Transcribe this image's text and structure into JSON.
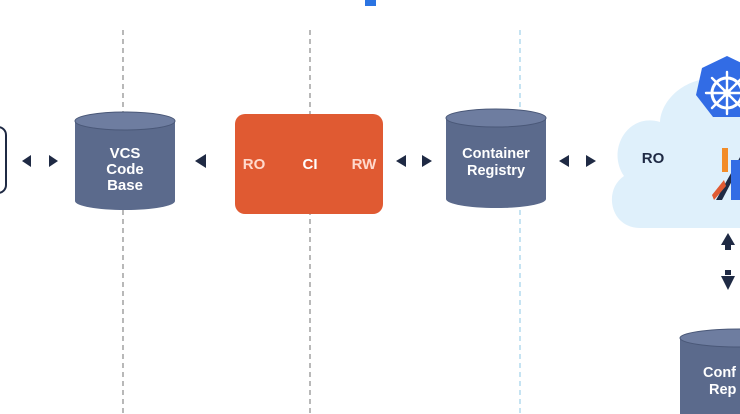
{
  "diagram": {
    "nodes": {
      "vcs": {
        "lines": [
          "VCS",
          "Code",
          "Base"
        ]
      },
      "ci": {
        "left": "RO",
        "center": "CI",
        "right": "RW"
      },
      "registry": {
        "lines": [
          "Container",
          "Registry"
        ]
      },
      "cloud": {
        "label": "RO"
      },
      "config": {
        "lines": [
          "Conf",
          "Rep"
        ]
      }
    },
    "icons": [
      "kubernetes-icon",
      "argo-deploy-icon"
    ],
    "colors": {
      "db_fill": "#5b6a8c",
      "db_top": "#6e7da0",
      "ci_fill": "#e05a32",
      "arrow": "#1f2a44",
      "cloud": "#dff0fb",
      "k8s": "#326ce5",
      "divider": "#8a8a8a",
      "divider_accent": "#9fd0ea",
      "accent_bar": "#2b74e2"
    }
  }
}
